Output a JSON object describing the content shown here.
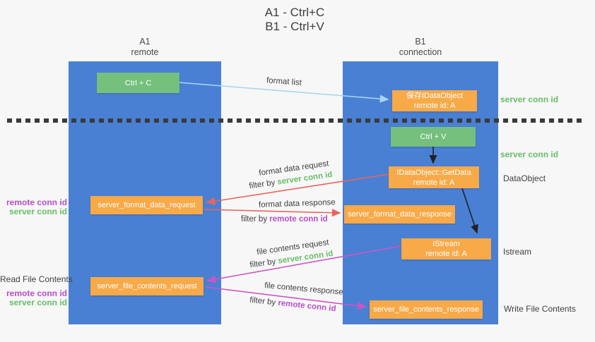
{
  "title": {
    "line1": "A1 - Ctrl+C",
    "line2": "B1 - Ctrl+V"
  },
  "lanes": {
    "a1": {
      "name": "A1",
      "role": "remote"
    },
    "b1": {
      "name": "B1",
      "role": "connection"
    }
  },
  "nodes": {
    "ctrl_c": {
      "label": "Ctrl + C"
    },
    "ctrl_v": {
      "label": "Ctrl + V"
    },
    "save_dataobject": {
      "line1": "保存IDataObject",
      "line2": "remote id: A"
    },
    "getdata": {
      "line1": "IDataObject::GetData",
      "line2": "remote id: A"
    },
    "istream": {
      "line1": "IStream",
      "line2": "remote id: A"
    },
    "format_request": {
      "label": "server_format_data_request"
    },
    "format_response": {
      "label": "server_format_data_response"
    },
    "file_request": {
      "label": "server_file_contents_request"
    },
    "file_response": {
      "label": "server_file_contents_response"
    }
  },
  "edges": {
    "format_list": {
      "label": "format list"
    },
    "format_data_request": {
      "label": "format data request",
      "filter_prefix": "filter by",
      "filter_key": "server conn id"
    },
    "format_data_response": {
      "label": "format data response",
      "filter_prefix": "filter by",
      "filter_key": "remote conn id"
    },
    "file_contents_request": {
      "label": "file contents request",
      "filter_prefix": "filter by",
      "filter_key": "server conn id"
    },
    "file_contents_response": {
      "label": "file contents response",
      "filter_prefix": "filter by",
      "filter_key": "remote conn id"
    }
  },
  "annotations": {
    "server_conn_id_top": "server conn id",
    "server_conn_id_mid": "server conn id",
    "dataobject": "DataObject",
    "istream": "Istream",
    "write_file_contents": "Write File Contents",
    "read_file_contents": "Read File Contents",
    "left_remote_conn_id_1": "remote conn id",
    "left_server_conn_id_1": "server conn id",
    "left_remote_conn_id_2": "remote conn id",
    "left_server_conn_id_2": "server conn id"
  },
  "colors": {
    "lane_blue": "#4a80d4",
    "green_box": "#74c07c",
    "orange_box": "#f8a948",
    "green_text": "#67bd67",
    "purple_text": "#b54fc8",
    "red_arrow": "#e8655f",
    "pink_arrow": "#cc55c6",
    "light_blue_arrow": "#a9d6ef",
    "black_arrow": "#222222"
  }
}
